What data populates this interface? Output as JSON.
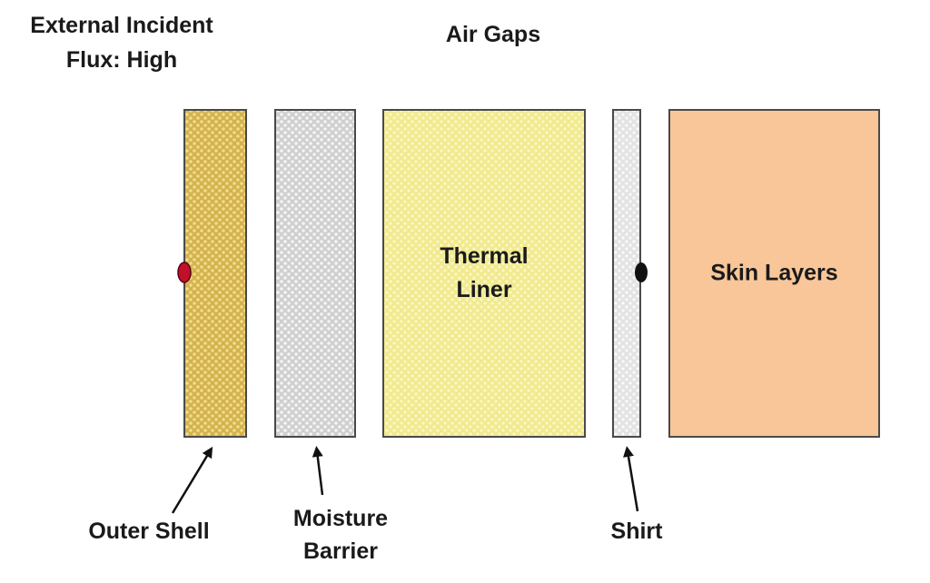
{
  "flux_label": {
    "line1": "External Incident",
    "line2": "Flux: High"
  },
  "air_gaps_label": "Air Gaps",
  "layers": {
    "outer_shell": {
      "label": "Outer Shell",
      "fill": "#d9b95a"
    },
    "moisture_barrier": {
      "label_line1": "Moisture",
      "label_line2": "Barrier",
      "fill": "#d6d6d6"
    },
    "thermal_liner": {
      "label_line1": "Thermal",
      "label_line2": "Liner",
      "fill": "#f5ef9c"
    },
    "shirt": {
      "label": "Shirt",
      "fill": "#ececec"
    },
    "skin_layers": {
      "label": "Skin Layers",
      "fill": "#f8c698"
    }
  },
  "markers": {
    "outer_shell_marker_color": "#c0102a",
    "shirt_marker_color": "#111111"
  }
}
